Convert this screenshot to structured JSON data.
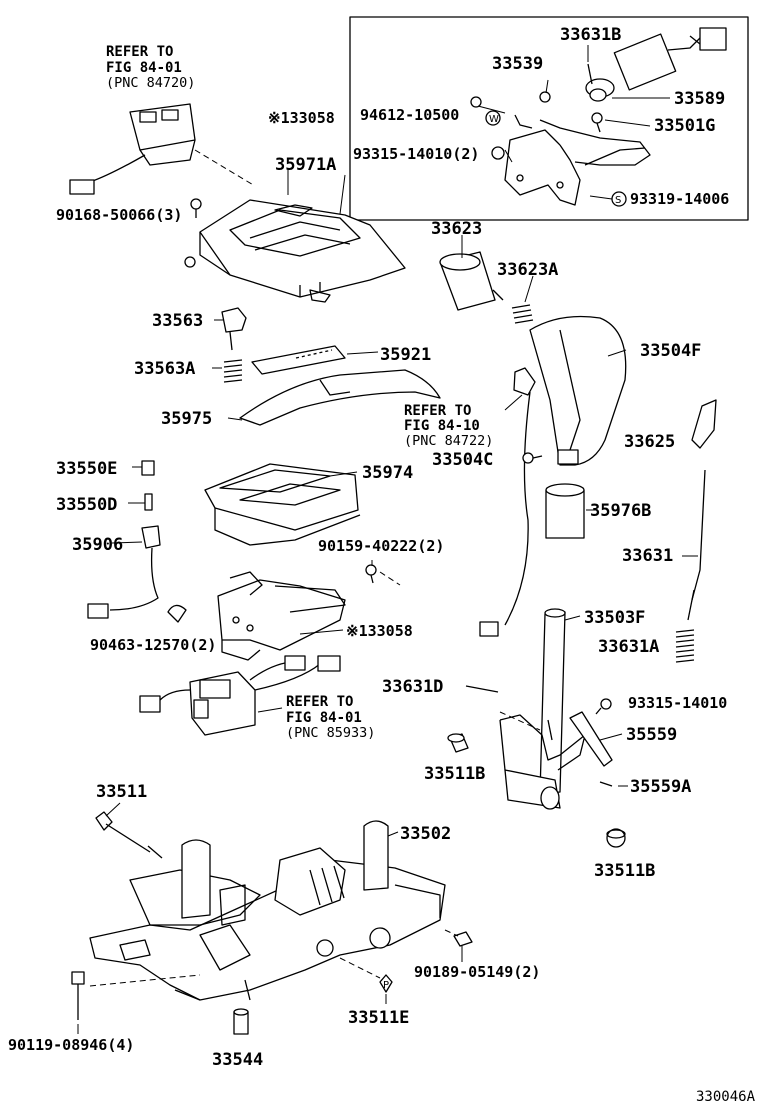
{
  "labels": {
    "p33631B": "33631B",
    "p33539": "33539",
    "p33589": "33589",
    "p94612": "94612-10500",
    "p33501G": "33501G",
    "p93315_2": "93315-14010(2)",
    "p93319": "93319-14006",
    "p33058_top": "※133058",
    "p35971A": "35971A",
    "p90168": "90168-50066(3)",
    "p33623": "33623",
    "p33623A": "33623A",
    "p33563": "33563",
    "p35921": "35921",
    "p33563A": "33563A",
    "p33504F": "33504F",
    "p35975": "35975",
    "p33625": "33625",
    "p33504C": "33504C",
    "p33550E": "33550E",
    "p35974": "35974",
    "p33550D": "33550D",
    "p35976B": "35976B",
    "p35906": "35906",
    "p90159": "90159-40222(2)",
    "p33631": "33631",
    "p90463": "90463-12570(2)",
    "p33058_mid": "※133058",
    "p33503F": "33503F",
    "p33631A": "33631A",
    "p33631D": "33631D",
    "p93315": "93315-14010",
    "p35559": "35559",
    "p33511B_a": "33511B",
    "p35559A": "35559A",
    "p33511": "33511",
    "p33502": "33502",
    "p33511B_b": "33511B",
    "p90189": "90189-05149(2)",
    "p33511E": "33511E",
    "p90119": "90119-08946(4)",
    "p33544": "33544"
  },
  "references": {
    "ref1": {
      "line1": "REFER TO",
      "line2": "FIG 84-01",
      "line3": "(PNC 84720)"
    },
    "ref2": {
      "line1": "REFER TO",
      "line2": "FIG 84-10",
      "line3": "(PNC 84722)"
    },
    "ref3": {
      "line1": "REFER TO",
      "line2": "FIG 84-01",
      "line3": "(PNC 85933)"
    }
  },
  "symbols": {
    "washer": "W",
    "spring_washer": "S",
    "pin": "P"
  },
  "diagram_code": "330046A"
}
